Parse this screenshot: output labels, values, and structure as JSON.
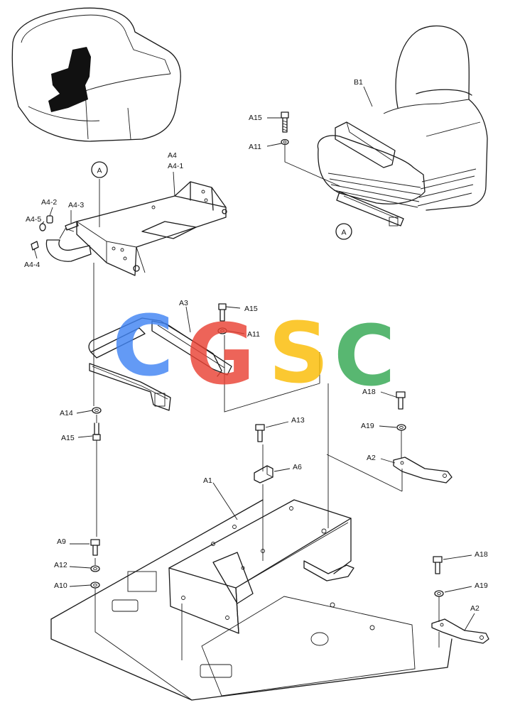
{
  "callouts": {
    "ref_a_top": "A",
    "ref_a_bottom": "A",
    "b1": "B1",
    "a15_top": "A15",
    "a11_top": "A11",
    "a4": "A4",
    "a4_1": "A4-1",
    "a4_2": "A4-2",
    "a4_3": "A4-3",
    "a4_5": "A4-5",
    "a4_4": "A4-4",
    "a3": "A3",
    "a15_mid": "A15",
    "a11_mid": "A11",
    "a14": "A14",
    "a15_low": "A15",
    "a18_top": "A18",
    "a19_top": "A19",
    "a2_top": "A2",
    "a13": "A13",
    "a6": "A6",
    "a1": "A1",
    "a9": "A9",
    "a12": "A12",
    "a10": "A10",
    "a18_bottom": "A18",
    "a19_bottom": "A19",
    "a2_bottom": "A2"
  },
  "watermark": {
    "letters": [
      "C",
      "G",
      "S",
      "C"
    ],
    "colors": [
      "#4285f4",
      "#ea4335",
      "#fbbc05",
      "#34a853"
    ]
  }
}
